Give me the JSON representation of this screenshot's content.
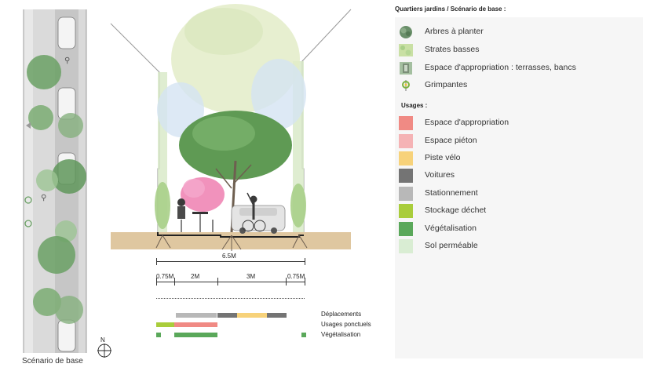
{
  "plan": {
    "title": "Scénario de base"
  },
  "legend": {
    "title": "Quartiers jardins / Scénario de base :",
    "elements": [
      {
        "label": "Arbres à planter",
        "icon": "tree-icon"
      },
      {
        "label": "Strates basses",
        "icon": "low-vegetation-icon"
      },
      {
        "label": "Espace d'appropriation : terrasses, bancs",
        "icon": "terrace-icon"
      },
      {
        "label": "Grimpantes",
        "icon": "climbing-plant-icon"
      }
    ],
    "usages_title": "Usages :",
    "usages": [
      {
        "label": "Espace d'appropriation",
        "color": "#f08a84"
      },
      {
        "label": "Espace piéton",
        "color": "#f5b3b5"
      },
      {
        "label": "Piste vélo",
        "color": "#f7d27a"
      },
      {
        "label": "Voitures",
        "color": "#747474"
      },
      {
        "label": "Stationnement",
        "color": "#b8b8b8"
      },
      {
        "label": "Stockage déchet",
        "color": "#a9cd3b"
      },
      {
        "label": "Végétalisation",
        "color": "#5aa85a"
      },
      {
        "label": "Sol perméable",
        "color": "#d9edd3"
      }
    ]
  },
  "dimensions": {
    "total": "6.5M",
    "segments": [
      "0.75M",
      "2M",
      "3M",
      "0.75M"
    ]
  },
  "bars": {
    "deplacements": "Déplacements",
    "usages_ponctuels": "Usages ponctuels",
    "vegetalisation": "Végétalisation"
  },
  "north": "N"
}
